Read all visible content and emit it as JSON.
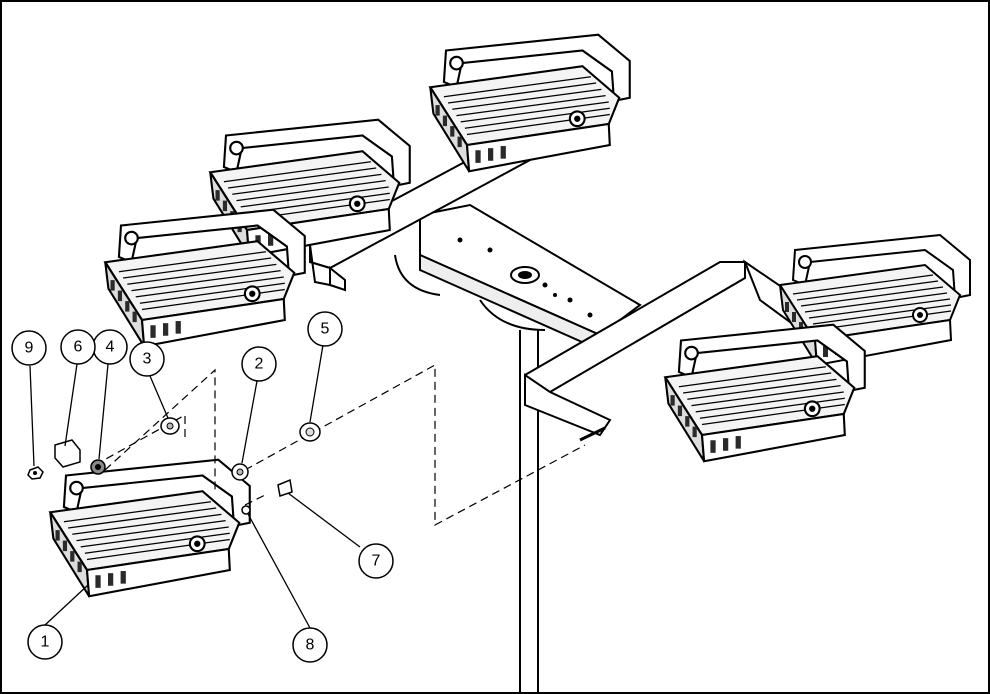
{
  "callouts": [
    {
      "label": "1"
    },
    {
      "label": "2"
    },
    {
      "label": "3"
    },
    {
      "label": "4"
    },
    {
      "label": "5"
    },
    {
      "label": "6"
    },
    {
      "label": "7"
    },
    {
      "label": "8"
    },
    {
      "label": "9"
    }
  ],
  "colors": {
    "line": "#000000",
    "fixture_fill": "#f4f4f4",
    "fin_dark": "#2a2a2a",
    "background": "#ffffff"
  }
}
